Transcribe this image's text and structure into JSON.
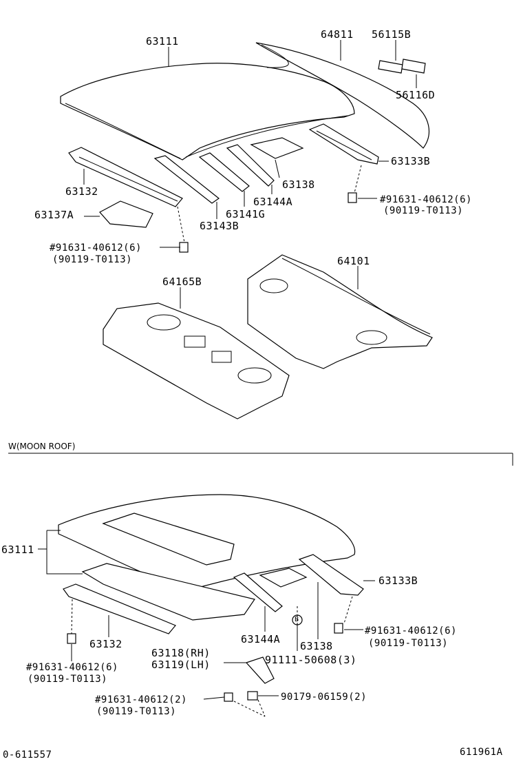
{
  "top": {
    "roof_panel": "63111",
    "back_window": "64811",
    "emblem_1": "56115B",
    "emblem_2": "56116D",
    "rear_rail": "63133B",
    "front_rail": "63132",
    "bracket_a": "63137A",
    "bracket_b": "63138",
    "bow_a": "63144A",
    "bow_g": "63141G",
    "bow_b": "63143B",
    "clip_r_1": "#91631-40612(6)",
    "clip_r_2": "(90119-T0113)",
    "clip_l_1": "#91631-40612(6)",
    "clip_l_2": "(90119-T0113)",
    "package_tray": "64101",
    "shelf_panel": "64165B"
  },
  "section_title": "W(MOON ROOF)",
  "bottom": {
    "roof_panel": "63111",
    "rear_rail": "63133B",
    "front_rail": "63132",
    "bow_a": "63144A",
    "bracket": "63138",
    "circle_marker": "B",
    "hinge_rh": "63118(RH)",
    "hinge_lh": "63119(LH)",
    "screw": "91111-50608(3)",
    "clip_l_1": "#91631-40612(6)",
    "clip_l_2": "(90119-T0113)",
    "clip_r_1": "#91631-40612(6)",
    "clip_r_2": "(90119-T0113)",
    "clip_c_1": "#91631-40612(2)",
    "clip_c_2": "(90119-T0113)",
    "nut": "90179-06159(2)"
  },
  "footer": {
    "left_code": "0-611557",
    "right_code": "611961A"
  }
}
